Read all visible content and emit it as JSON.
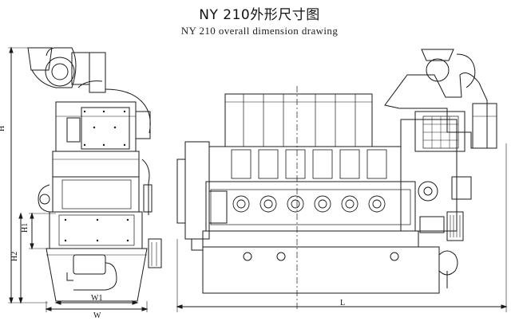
{
  "title": "NY 210外形尺寸图",
  "subtitle": "NY 210 overall dimension drawing",
  "dimensions": {
    "H": "H",
    "H1": "H1",
    "H2": "H2",
    "W1": "W1",
    "W": "W",
    "L": "L"
  },
  "colors": {
    "line": "#1a1a1a",
    "background": "#ffffff"
  }
}
